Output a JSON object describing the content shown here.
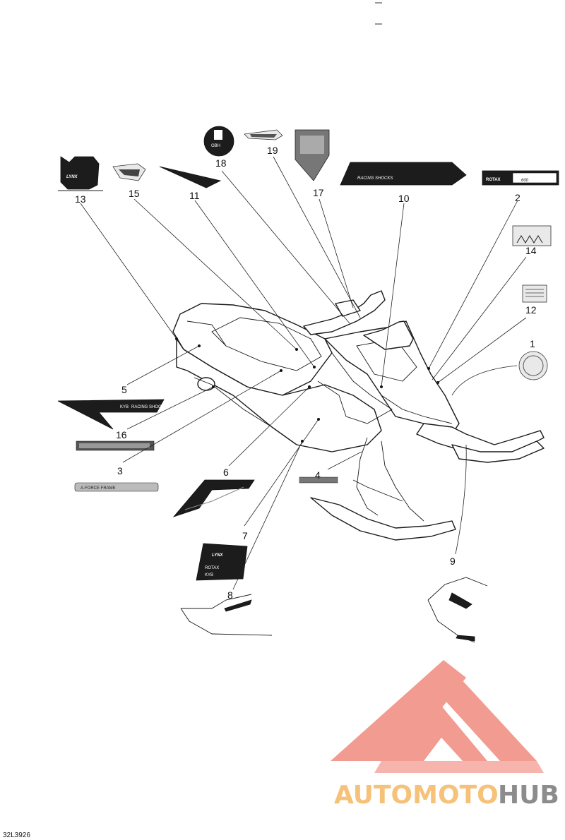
{
  "drawing_ref": "32L3926",
  "callouts": [
    {
      "id": "1",
      "label": "1"
    },
    {
      "id": "2",
      "label": "2"
    },
    {
      "id": "3",
      "label": "3"
    },
    {
      "id": "4",
      "label": "4"
    },
    {
      "id": "5",
      "label": "5"
    },
    {
      "id": "6",
      "label": "6"
    },
    {
      "id": "7",
      "label": "7"
    },
    {
      "id": "8",
      "label": "8"
    },
    {
      "id": "9",
      "label": "9"
    },
    {
      "id": "10",
      "label": "10"
    },
    {
      "id": "11",
      "label": "11"
    },
    {
      "id": "12",
      "label": "12"
    },
    {
      "id": "13",
      "label": "13"
    },
    {
      "id": "14",
      "label": "14"
    },
    {
      "id": "15",
      "label": "15"
    },
    {
      "id": "16",
      "label": "16"
    },
    {
      "id": "17",
      "label": "17"
    },
    {
      "id": "18",
      "label": "18"
    },
    {
      "id": "19",
      "label": "19"
    }
  ],
  "decal_texts": {
    "lynx_13": "LYNX",
    "racing_shocks_10": "RACING SHOCKS",
    "rotax_2_brand": "ROTAX",
    "rotax_2_model": "600",
    "kyb_5": "KYB",
    "racing_shocks_5": "RACING SHOCKS",
    "aforce_3": "A-FORCE FRAME",
    "lynx_7": "LYNX",
    "rotax_7": "ROTAX",
    "kyb_7": "KYB"
  },
  "watermark": {
    "part1": "AUTOMOTO",
    "part2": "HUB",
    "color_primary": "#f08a7e",
    "color_accent": "#f6c27a",
    "color_gray": "#8c8c8c"
  }
}
